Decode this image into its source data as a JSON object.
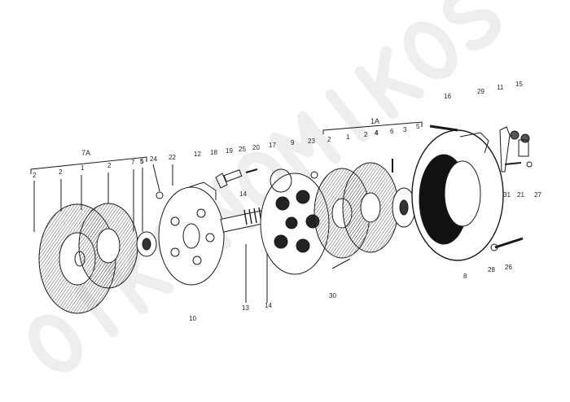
{
  "watermark": "OIKONOMIKOS",
  "assembly_labels": {
    "left_group": "7A",
    "right_group": "1A"
  },
  "part_labels": {
    "l_pin": "2",
    "l_disc2a": "2",
    "l_disc1": "1",
    "l_disc2b": "2",
    "l_7": "7",
    "l_5": "5",
    "l_24": "24",
    "l_22": "22",
    "l_12": "12",
    "l_18": "18",
    "l_19": "19",
    "l_25": "25",
    "l_20": "20",
    "l_14a": "14",
    "l_17": "17",
    "l_9": "9",
    "l_23": "23",
    "r_2a": "2",
    "r_1": "1",
    "r_2b": "2",
    "r_4": "4",
    "r_6": "6",
    "r_3": "3",
    "r_5": "5",
    "l_16": "16",
    "l_29": "29",
    "l_11": "11",
    "l_15": "15",
    "l_31": "31",
    "l_21": "21",
    "l_27": "27",
    "l_10": "10",
    "l_13": "13",
    "l_14b": "14",
    "l_30": "30",
    "l_8": "8",
    "l_28": "28",
    "l_26": "26"
  },
  "colors": {
    "ink": "#1a1a1a",
    "watermark": "#eeeeee",
    "hatch": "#555555"
  }
}
